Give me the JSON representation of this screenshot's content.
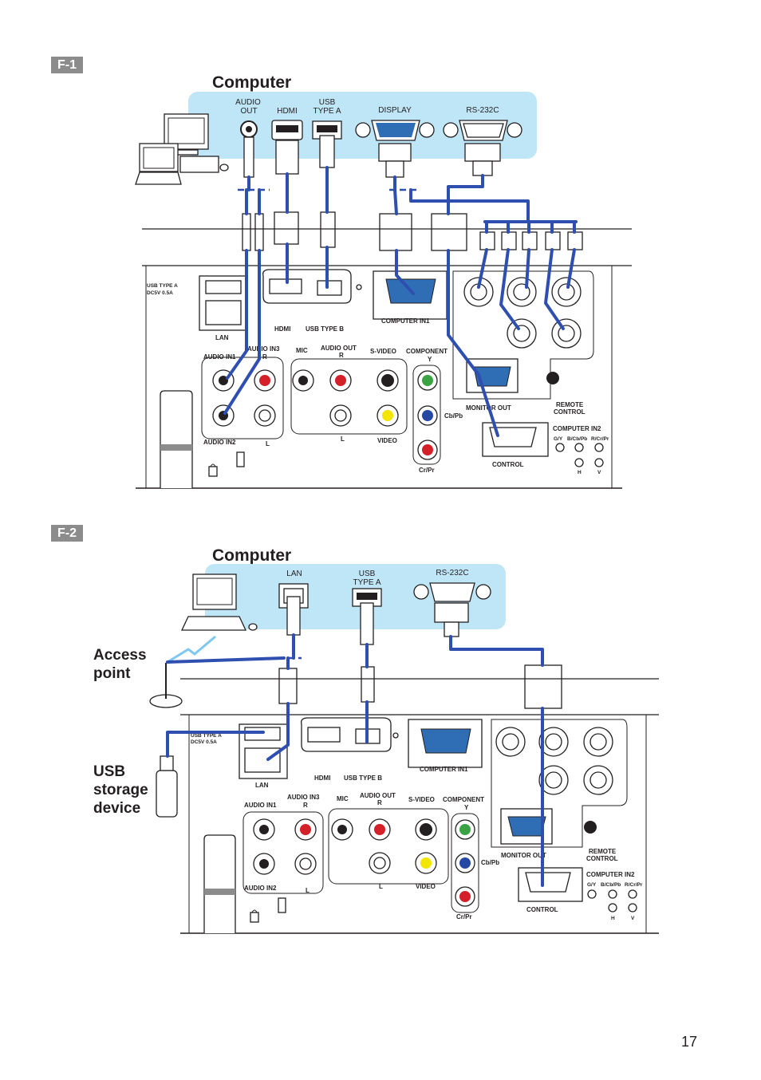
{
  "page_number": "17",
  "colors": {
    "cable": "#2e4fb0",
    "computer_area": "#bfe6f7",
    "badge": "#8c8c8c",
    "vga_port": "#2f6db5",
    "jack_red": "#d42029",
    "jack_white": "#ffffff",
    "jack_yellow": "#f2e500",
    "jack_green": "#3aa343",
    "jack_blue": "#2747a5"
  },
  "f1": {
    "badge": "F-1",
    "computer_title": "Computer",
    "computer_ports": {
      "audio_out": [
        "AUDIO",
        "OUT"
      ],
      "hdmi": "HDMI",
      "usb_type_a": [
        "USB",
        "TYPE A"
      ],
      "display": "DISPLAY",
      "rs232c": "RS-232C"
    },
    "projector": {
      "usb_type_a": [
        "USB TYPE A",
        "DC5V 0.5A"
      ],
      "lan": "LAN",
      "hdmi": "HDMI",
      "usb_type_b": "USB TYPE B",
      "computer_in1": "COMPUTER IN1",
      "audio_in1": "AUDIO IN1",
      "audio_in3": "AUDIO IN3",
      "r": "R",
      "mic": "MIC",
      "audio_out": "AUDIO OUT",
      "s_video": "S-VIDEO",
      "component": "COMPONENT",
      "y": "Y",
      "cbpb": "Cb/Pb",
      "crpr": "Cr/Pr",
      "audio_in2": "AUDIO IN2",
      "l": "L",
      "video": "VIDEO",
      "monitor_out": "MONITOR OUT",
      "control": "CONTROL",
      "remote_control": [
        "REMOTE",
        "CONTROL"
      ],
      "computer_in2": "COMPUTER IN2",
      "gy": "G/Y",
      "bcbpb": "B/Cb/Pb",
      "rcrpr": "R/Cr/Pr",
      "h": "H",
      "v": "V"
    }
  },
  "f2": {
    "badge": "F-2",
    "computer_title": "Computer",
    "computer_ports": {
      "lan": "LAN",
      "usb_type_a": [
        "USB",
        "TYPE A"
      ],
      "rs232c": "RS-232C"
    },
    "access_point": [
      "Access",
      "point"
    ],
    "usb_storage": [
      "USB",
      "storage",
      "device"
    ]
  },
  "icons": [
    "computer-icon",
    "laptop-icon",
    "access-point-icon",
    "usb-stick-icon",
    "kensington-lock-icon"
  ]
}
